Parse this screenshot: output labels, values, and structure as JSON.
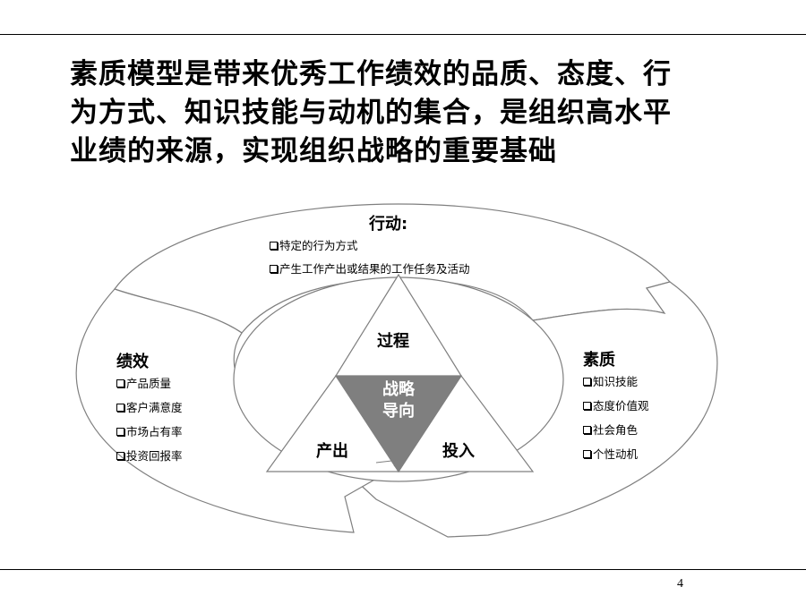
{
  "title": {
    "line1": "素质模型是带来优秀工作绩效的品质、态度、行",
    "line2": "为方式、知识技能与动机的集合，是组织高水平",
    "line3": "业绩的来源，实现组织战略的重要基础"
  },
  "action": {
    "heading": "行动:",
    "items": [
      "特定的行为方式",
      "产生工作产出或结果的工作任务及活动"
    ]
  },
  "performance": {
    "heading": "绩效",
    "items": [
      "产品质量",
      "客户满意度",
      "市场占有率",
      "投资回报率"
    ]
  },
  "quality": {
    "heading": "素质",
    "items": [
      "知识技能",
      "态度价值观",
      "社会角色",
      "个性动机"
    ]
  },
  "triangle": {
    "top": "过程",
    "left": "产出",
    "right": "投入",
    "center_line1": "战略",
    "center_line2": "导向"
  },
  "page_number": "4",
  "colors": {
    "center_fill": "#7f7f7f",
    "lines": "#7f7f7f"
  }
}
